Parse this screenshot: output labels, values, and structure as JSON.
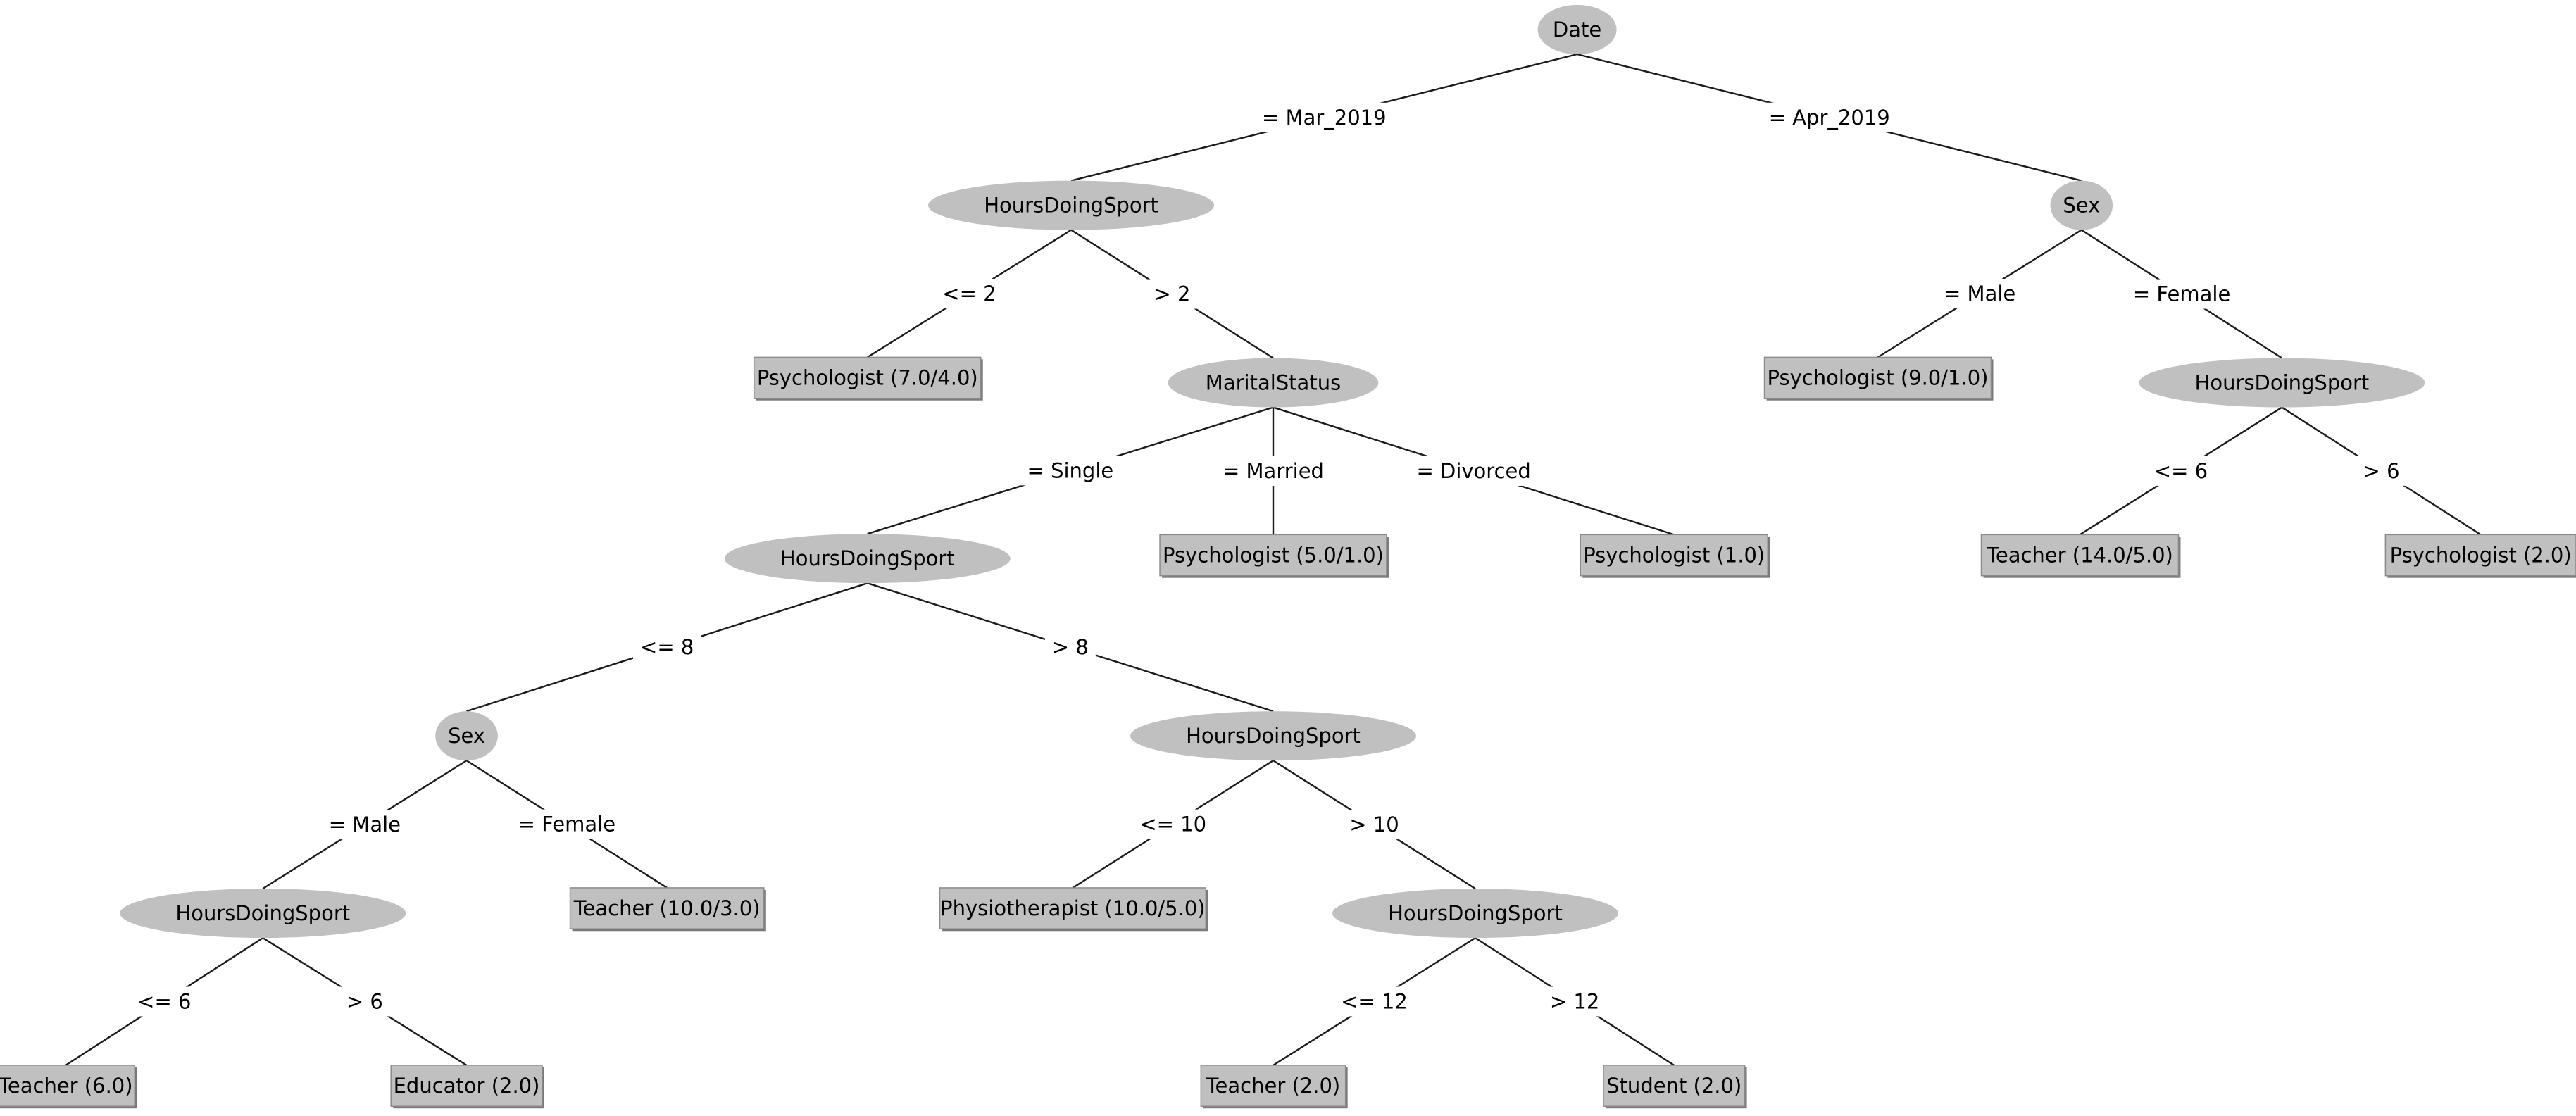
{
  "diagram": {
    "nodes": [
      {
        "id": "n_date",
        "kind": "decision",
        "label": "Date"
      },
      {
        "id": "n_hours_a",
        "kind": "decision",
        "label": "HoursDoingSport"
      },
      {
        "id": "n_sex_right",
        "kind": "decision",
        "label": "Sex"
      },
      {
        "id": "l_psy_7_4",
        "kind": "leaf",
        "label": "Psychologist (7.0/4.0)"
      },
      {
        "id": "n_marital",
        "kind": "decision",
        "label": "MaritalStatus"
      },
      {
        "id": "l_psy_9_1",
        "kind": "leaf",
        "label": "Psychologist (9.0/1.0)"
      },
      {
        "id": "n_hours_f",
        "kind": "decision",
        "label": "HoursDoingSport"
      },
      {
        "id": "n_hours_b",
        "kind": "decision",
        "label": "HoursDoingSport"
      },
      {
        "id": "l_psy_5_1",
        "kind": "leaf",
        "label": "Psychologist (5.0/1.0)"
      },
      {
        "id": "l_psy_1",
        "kind": "leaf",
        "label": "Psychologist (1.0)"
      },
      {
        "id": "l_teacher_14_5",
        "kind": "leaf",
        "label": "Teacher (14.0/5.0)"
      },
      {
        "id": "l_psy_2",
        "kind": "leaf",
        "label": "Psychologist (2.0)"
      },
      {
        "id": "n_sex_left",
        "kind": "decision",
        "label": "Sex"
      },
      {
        "id": "n_hours_c",
        "kind": "decision",
        "label": "HoursDoingSport"
      },
      {
        "id": "n_hours_d",
        "kind": "decision",
        "label": "HoursDoingSport"
      },
      {
        "id": "l_teacher_10_3",
        "kind": "leaf",
        "label": "Teacher (10.0/3.0)"
      },
      {
        "id": "l_physio_10_5",
        "kind": "leaf",
        "label": "Physiotherapist (10.0/5.0)"
      },
      {
        "id": "n_hours_e",
        "kind": "decision",
        "label": "HoursDoingSport"
      },
      {
        "id": "l_teacher_6",
        "kind": "leaf",
        "label": "Teacher (6.0)"
      },
      {
        "id": "l_educator_2",
        "kind": "leaf",
        "label": "Educator (2.0)"
      },
      {
        "id": "l_teacher_2",
        "kind": "leaf",
        "label": "Teacher (2.0)"
      },
      {
        "id": "l_student_2",
        "kind": "leaf",
        "label": "Student (2.0)"
      }
    ],
    "edges": [
      {
        "from": "n_date",
        "to": "n_hours_a",
        "label": "= Mar_2019"
      },
      {
        "from": "n_date",
        "to": "n_sex_right",
        "label": "= Apr_2019"
      },
      {
        "from": "n_hours_a",
        "to": "l_psy_7_4",
        "label": "<= 2"
      },
      {
        "from": "n_hours_a",
        "to": "n_marital",
        "label": "> 2"
      },
      {
        "from": "n_sex_right",
        "to": "l_psy_9_1",
        "label": "= Male"
      },
      {
        "from": "n_sex_right",
        "to": "n_hours_f",
        "label": "= Female"
      },
      {
        "from": "n_marital",
        "to": "n_hours_b",
        "label": "= Single"
      },
      {
        "from": "n_marital",
        "to": "l_psy_5_1",
        "label": "= Married"
      },
      {
        "from": "n_marital",
        "to": "l_psy_1",
        "label": "= Divorced"
      },
      {
        "from": "n_hours_f",
        "to": "l_teacher_14_5",
        "label": "<= 6"
      },
      {
        "from": "n_hours_f",
        "to": "l_psy_2",
        "label": "> 6"
      },
      {
        "from": "n_hours_b",
        "to": "n_sex_left",
        "label": "<= 8"
      },
      {
        "from": "n_hours_b",
        "to": "n_hours_d",
        "label": "> 8"
      },
      {
        "from": "n_sex_left",
        "to": "n_hours_c",
        "label": "= Male"
      },
      {
        "from": "n_sex_left",
        "to": "l_teacher_10_3",
        "label": "= Female"
      },
      {
        "from": "n_hours_d",
        "to": "l_physio_10_5",
        "label": "<= 10"
      },
      {
        "from": "n_hours_d",
        "to": "n_hours_e",
        "label": "> 10"
      },
      {
        "from": "n_hours_c",
        "to": "l_teacher_6",
        "label": "<= 6"
      },
      {
        "from": "n_hours_c",
        "to": "l_educator_2",
        "label": "> 6"
      },
      {
        "from": "n_hours_e",
        "to": "l_teacher_2",
        "label": "<= 12"
      },
      {
        "from": "n_hours_e",
        "to": "l_student_2",
        "label": "> 12"
      }
    ]
  }
}
